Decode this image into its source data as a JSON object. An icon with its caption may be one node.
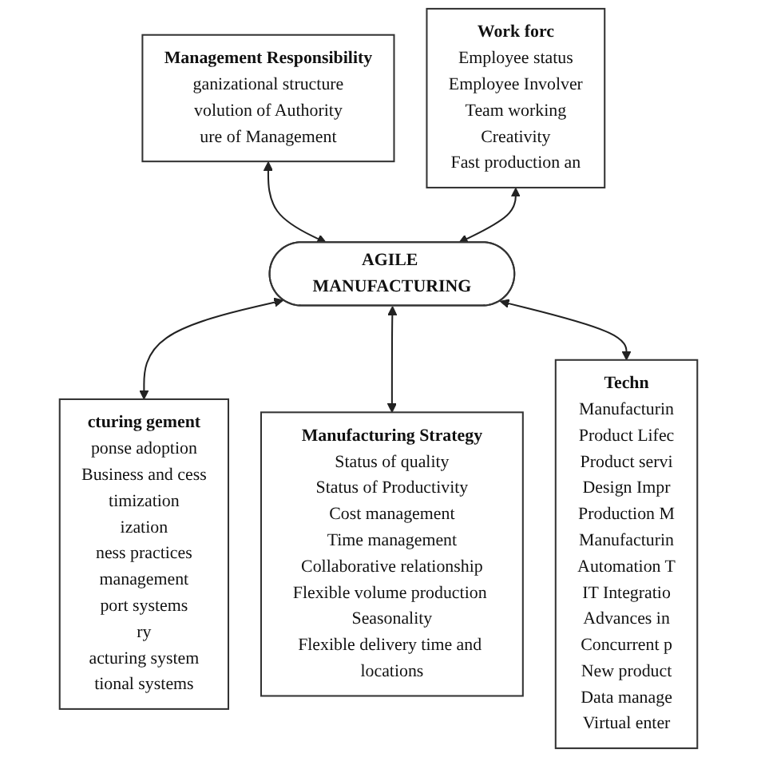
{
  "diagram": {
    "nodes": [
      {
        "text": [
          "Management Responsibility",
          "ganizational structure",
          "volution of Authority",
          "ure of Management"
        ]
      },
      {
        "text": [
          "Work forc",
          "Employee status",
          "Employee Involver",
          "Team working",
          "Creativity",
          "Fast production an"
        ]
      },
      {
        "text": [
          "AGILE MANUFACTURING"
        ]
      },
      {
        "text": [
          "cturing gement",
          "ponse adoption",
          "Business and cess",
          "timization",
          "ization",
          "ness practices",
          "management",
          "port systems",
          "ry",
          "acturing system",
          "tional systems"
        ]
      },
      {
        "text": [
          "Manufacturing Strategy",
          "Status of quality",
          "Status of Productivity",
          "Cost management",
          "Time management",
          "Collaborative relationship",
          "Flexible volume production Seasonality",
          "Flexible delivery time and locations"
        ]
      },
      {
        "text": [
          "Techn",
          "Manufacturin",
          "Product Lifec",
          "Product servi",
          "Design Impr",
          "Production M",
          "Manufacturin",
          "Automation T",
          "IT Integratio",
          "Advances in",
          "Concurrent p",
          "New product",
          "Data manage",
          "Virtual enter"
        ]
      }
    ],
    "edges": [
      {
        "from": 0,
        "to": 2,
        "arrow": "both"
      },
      {
        "from": 1,
        "to": 2,
        "arrow": "both"
      },
      {
        "from": 2,
        "to": 3,
        "arrow": "both"
      },
      {
        "from": 2,
        "to": 4,
        "arrow": "both"
      },
      {
        "from": 2,
        "to": 5,
        "arrow": "both"
      }
    ]
  }
}
